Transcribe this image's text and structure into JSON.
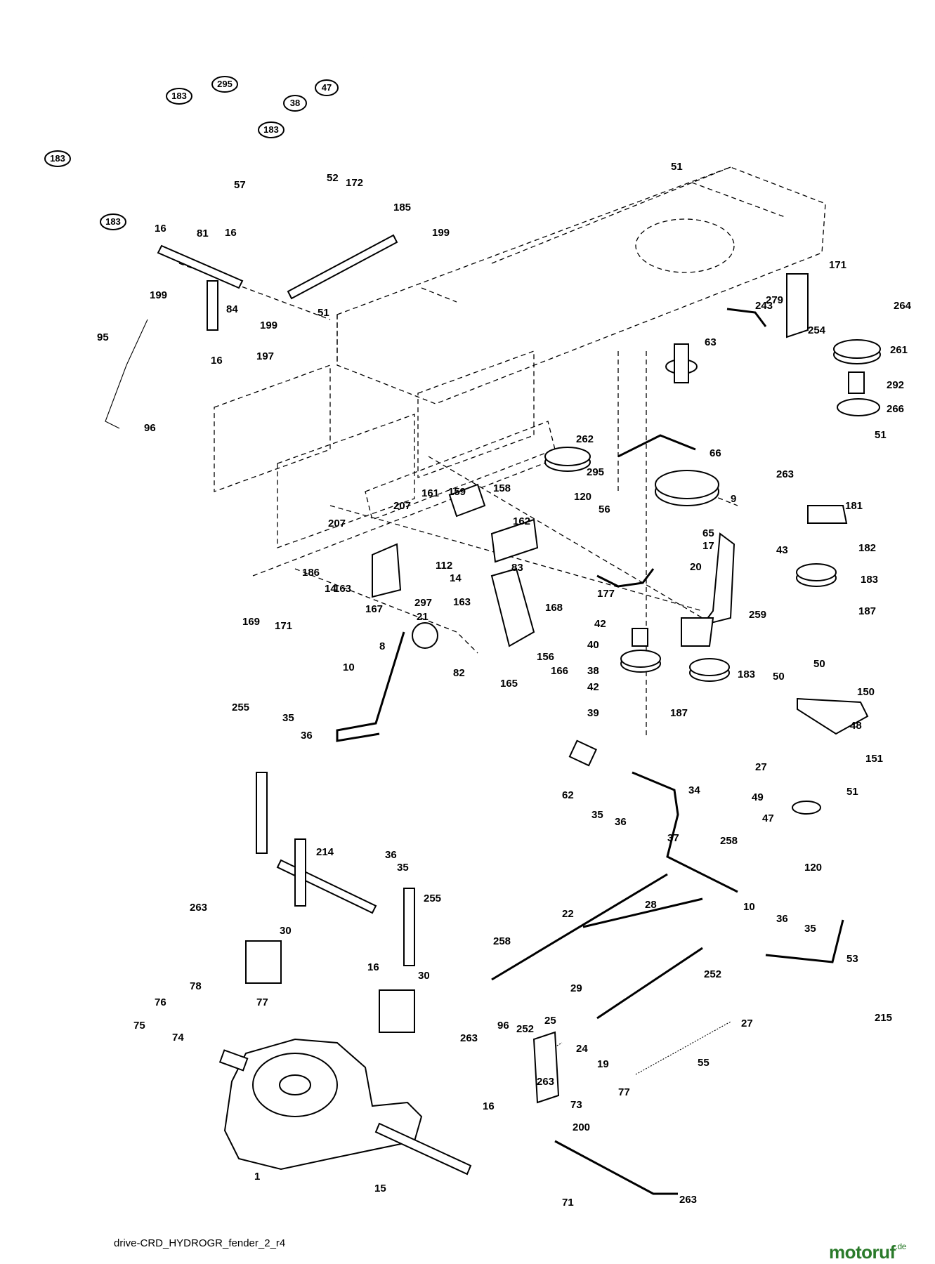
{
  "caption": "drive-CRD_HYDROGR_fender_2_r4",
  "watermark": {
    "text": "motoruf",
    "tld": ".de"
  },
  "belt_labels": [
    "183",
    "295",
    "47",
    "38",
    "183",
    "183",
    "183"
  ],
  "part_labels": [
    "57",
    "52",
    "172",
    "185",
    "199",
    "16",
    "81",
    "16",
    "199",
    "84",
    "199",
    "51",
    "95",
    "197",
    "16",
    "96",
    "51",
    "171",
    "279",
    "264",
    "243",
    "254",
    "63",
    "261",
    "292",
    "266",
    "51",
    "262",
    "66",
    "295",
    "120",
    "56",
    "9",
    "263",
    "181",
    "65",
    "17",
    "20",
    "182",
    "43",
    "183",
    "187",
    "161",
    "159",
    "158",
    "207",
    "162",
    "207",
    "112",
    "14",
    "83",
    "297",
    "186",
    "14",
    "163",
    "163",
    "167",
    "169",
    "171",
    "21",
    "177",
    "42",
    "40",
    "259",
    "38",
    "42",
    "39",
    "183",
    "187",
    "168",
    "156",
    "166",
    "165",
    "82",
    "10",
    "8",
    "50",
    "50",
    "150",
    "48",
    "27",
    "151",
    "62",
    "35",
    "36",
    "34",
    "49",
    "51",
    "47",
    "37",
    "255",
    "35",
    "36",
    "214",
    "258",
    "120",
    "36",
    "35",
    "255",
    "36",
    "35",
    "22",
    "28",
    "10",
    "258",
    "53",
    "263",
    "30",
    "29",
    "252",
    "16",
    "30",
    "215",
    "78",
    "76",
    "77",
    "75",
    "263",
    "74",
    "96",
    "252",
    "25",
    "24",
    "19",
    "55",
    "27",
    "263",
    "73",
    "16",
    "77",
    "200",
    "1",
    "15",
    "71",
    "263"
  ]
}
